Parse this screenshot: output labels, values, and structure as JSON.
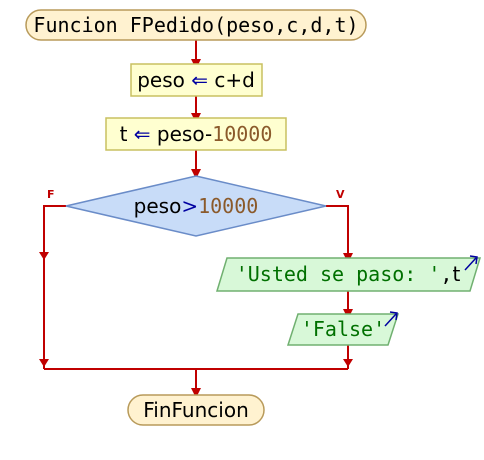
{
  "header": {
    "keyword": "Funcion",
    "name": "FPedido",
    "params": "(peso,c,d,t)"
  },
  "steps": {
    "assign1": {
      "var": "peso",
      "arrow": "⇐",
      "expr": "c+d"
    },
    "assign2": {
      "var": "t",
      "arrow": "⇐",
      "expr_var": "peso",
      "expr_op": "-",
      "expr_num": "10000"
    }
  },
  "decision": {
    "var": "peso",
    "op": ">",
    "num": "10000",
    "false_label": "F",
    "true_label": "V"
  },
  "outputs": {
    "out1": {
      "string": "'Usted se paso: '",
      "sep": ",",
      "var": "t"
    },
    "out2": {
      "string": "'False'"
    }
  },
  "footer": {
    "label": "FinFuncion"
  },
  "colors": {
    "line": "#c00000",
    "terminal_fill": "#fff2d0",
    "terminal_stroke": "#b89a5a",
    "process_fill": "#ffffd0",
    "process_stroke": "#c8c060",
    "decision_fill": "#c8dcf8",
    "decision_stroke": "#6a8cc8",
    "output_fill": "#d8f8d8",
    "output_stroke": "#70b070",
    "text": "#000000",
    "number": "#8b5a2b",
    "operator": "#0000a0",
    "string": "#007000"
  }
}
